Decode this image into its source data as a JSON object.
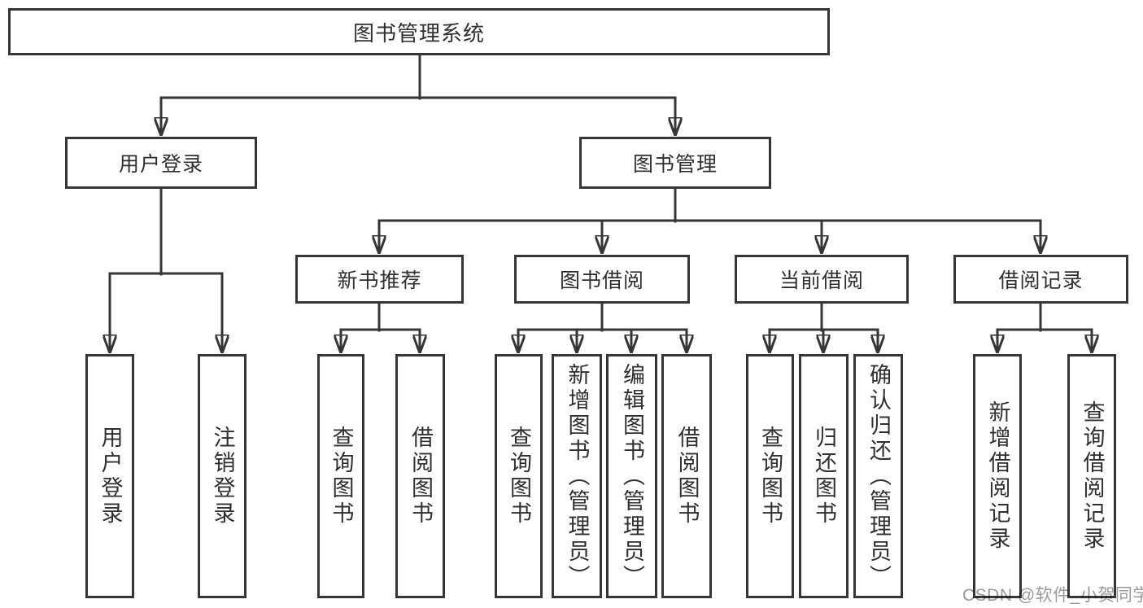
{
  "tree": {
    "label": "图书管理系统",
    "children": [
      {
        "label": "用户登录",
        "children": [
          {
            "label": "用户登录"
          },
          {
            "label": "注销登录"
          }
        ]
      },
      {
        "label": "图书管理",
        "children": [
          {
            "label": "新书推荐",
            "children": [
              {
                "label": "查询图书"
              },
              {
                "label": "借阅图书"
              }
            ]
          },
          {
            "label": "图书借阅",
            "children": [
              {
                "label": "查询图书"
              },
              {
                "label": "新增图书（管理员）"
              },
              {
                "label": "编辑图书（管理员）"
              },
              {
                "label": "借阅图书"
              }
            ]
          },
          {
            "label": "当前借阅",
            "children": [
              {
                "label": "查询图书"
              },
              {
                "label": "归还图书"
              },
              {
                "label": "确认归还（管理员）"
              }
            ]
          },
          {
            "label": "借阅记录",
            "children": [
              {
                "label": "新增借阅记录"
              },
              {
                "label": "查询借阅记录"
              }
            ]
          }
        ]
      }
    ]
  },
  "watermark": "CSDN @软件_小贺同学",
  "colors": {
    "line": "#363636",
    "border": "#363636",
    "text": "#2f2f2f",
    "watermark": "#9a9a9a",
    "background": "#ffffff"
  }
}
